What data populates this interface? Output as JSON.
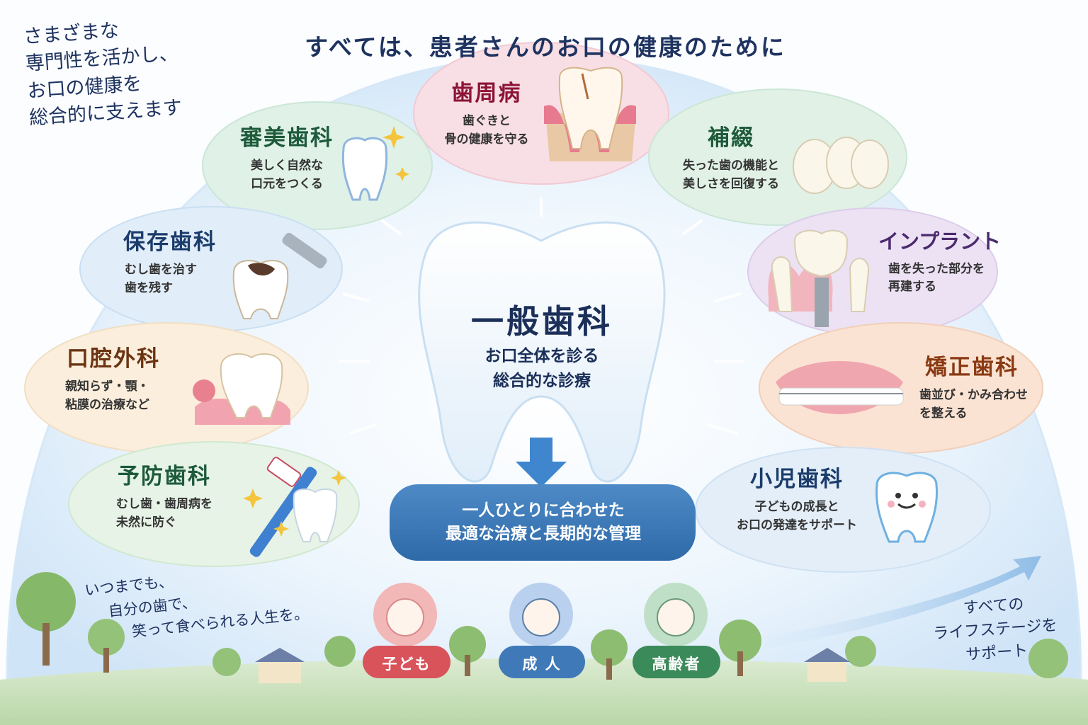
{
  "header": {
    "title": "すべては、患者さんのお口の健康のために",
    "tagline_lines": [
      "さまざまな",
      "専門性を活かし、",
      "お口の健康を",
      "総合的に支えます"
    ]
  },
  "center": {
    "title": "一般歯科",
    "desc_lines": [
      "お口全体を診る",
      "総合的な診療"
    ],
    "banner_lines": [
      "一人ひとりに合わせた",
      "最適な治療と長期的な管理"
    ]
  },
  "departments": [
    {
      "id": "perio",
      "title": "歯周病",
      "desc": [
        "歯ぐきと",
        "骨の健康を守る"
      ],
      "color": "#8c1436"
    },
    {
      "id": "aesthetic",
      "title": "審美歯科",
      "desc": [
        "美しく自然な",
        "口元をつくる"
      ],
      "color": "#1d5a3a"
    },
    {
      "id": "prosth",
      "title": "補綴",
      "desc": [
        "失った歯の機能と",
        "美しさを回復する"
      ],
      "color": "#1d5a3a"
    },
    {
      "id": "conserv",
      "title": "保存歯科",
      "desc": [
        "むし歯を治す",
        "歯を残す"
      ],
      "color": "#1b3c6b"
    },
    {
      "id": "implant",
      "title": "インプラント",
      "desc": [
        "歯を失った部分を",
        "再建する"
      ],
      "color": "#4b2a6e"
    },
    {
      "id": "oral_surgery",
      "title": "口腔外科",
      "desc": [
        "親知らず・顎・",
        "粘膜の治療など"
      ],
      "color": "#6b3412"
    },
    {
      "id": "ortho",
      "title": "矯正歯科",
      "desc": [
        "歯並び・かみ合わせ",
        "を整える"
      ],
      "color": "#8a3a12"
    },
    {
      "id": "preventive",
      "title": "予防歯科",
      "desc": [
        "むし歯・歯周病を",
        "未然に防ぐ"
      ],
      "color": "#1d5a3a"
    },
    {
      "id": "pediatric",
      "title": "小児歯科",
      "desc": [
        "子どもの成長と",
        "お口の発達をサポート"
      ],
      "color": "#1b3c6b"
    }
  ],
  "footer": {
    "message_lines": [
      "いつまでも、",
      "自分の歯で、",
      "笑って食べられる人生を。"
    ],
    "support_lines": [
      "すべての",
      "ライフステージを",
      "サポート"
    ],
    "life_stages": [
      {
        "label": "子ども",
        "color": "#d9535a"
      },
      {
        "label": "成 人",
        "color": "#3f79b8"
      },
      {
        "label": "高齢者",
        "color": "#3b8a5a"
      }
    ]
  }
}
